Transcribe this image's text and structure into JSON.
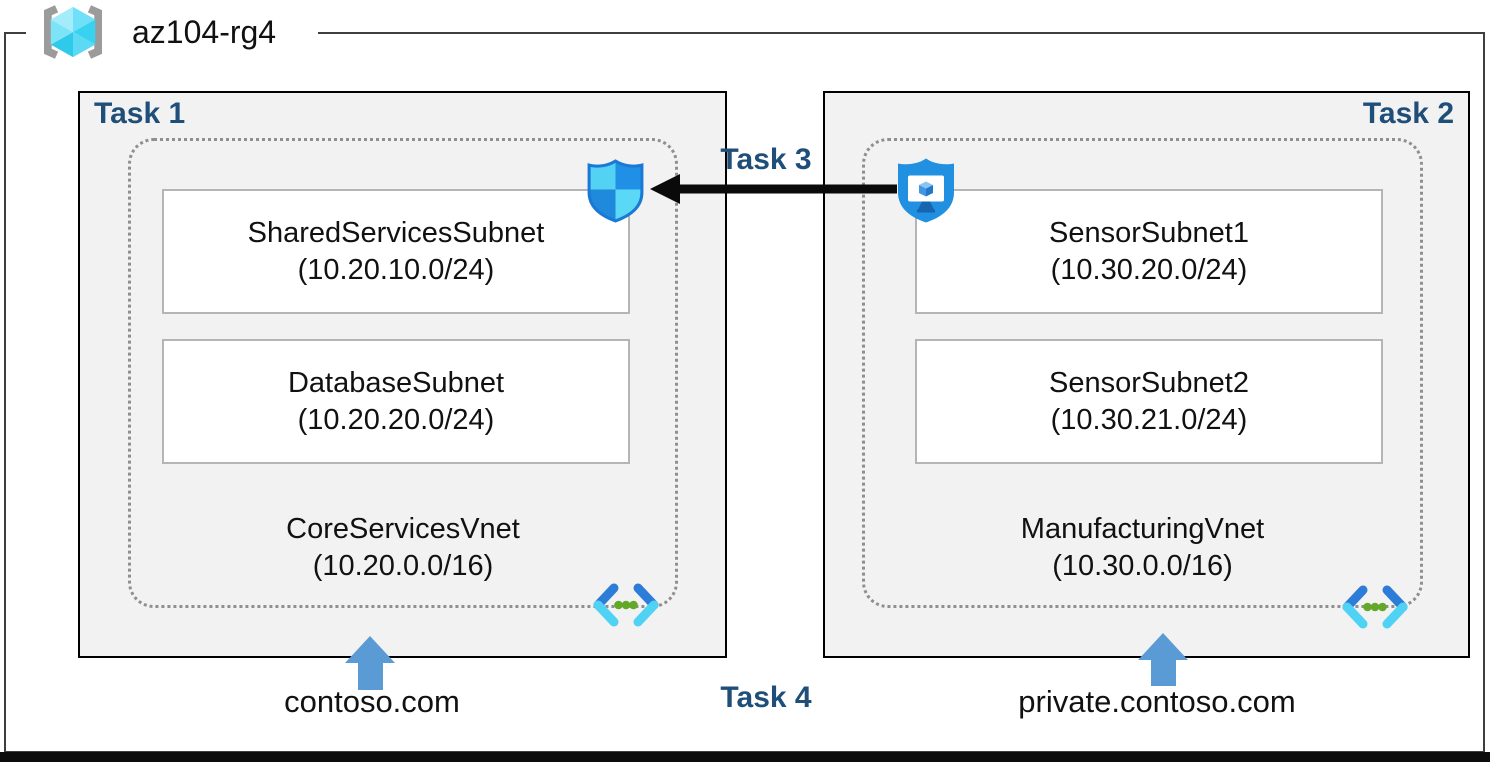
{
  "resource_group": {
    "name": "az104-rg4"
  },
  "left": {
    "task_label": "Task 1",
    "vnet": {
      "name": "CoreServicesVnet",
      "cidr": "(10.20.0.0/16)"
    },
    "subnets": [
      {
        "name": "SharedServicesSubnet",
        "cidr": "(10.20.10.0/24)"
      },
      {
        "name": "DatabaseSubnet",
        "cidr": "(10.20.20.0/24)"
      }
    ],
    "dns_zone": "contoso.com"
  },
  "right": {
    "task_label": "Task 2",
    "vnet": {
      "name": "ManufacturingVnet",
      "cidr": "(10.30.0.0/16)"
    },
    "subnets": [
      {
        "name": "SensorSubnet1",
        "cidr": "(10.30.20.0/24)"
      },
      {
        "name": "SensorSubnet2",
        "cidr": "(10.30.21.0/24)"
      }
    ],
    "dns_zone": "private.contoso.com"
  },
  "connections": {
    "peering": {
      "label": "Task 3"
    },
    "dns": {
      "label": "Task 4"
    }
  },
  "icons": {
    "resource_group": "resource-group-icon",
    "network_security": "defender-shield-icon",
    "bastion": "bastion-shield-monitor-icon",
    "virtual_network": "virtual-network-icon",
    "dns_pointer": "up-arrow-icon",
    "peering_pointer": "left-arrow-icon"
  },
  "colors": {
    "task_label": "#1f4e79",
    "dns_arrow": "#5b9bd5",
    "peering_arrow": "#0a0a0a",
    "zone_fill": "#f2f2f2"
  }
}
